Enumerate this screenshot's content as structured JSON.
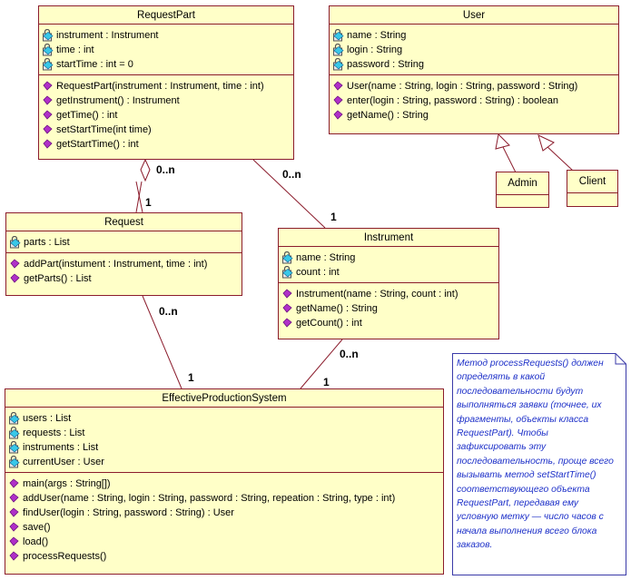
{
  "classes": {
    "request_part": {
      "name": "RequestPart",
      "attributes": [
        "instrument : Instrument",
        "time : int",
        "startTime : int = 0"
      ],
      "operations": [
        "RequestPart(instrument : Instrument, time : int)",
        "getInstrument() : Instrument",
        "getTime() : int",
        "setStartTime(int time)",
        "getStartTime() : int"
      ]
    },
    "user": {
      "name": "User",
      "attributes": [
        "name : String",
        "login : String",
        "password : String"
      ],
      "operations": [
        "User(name : String, login : String, password : String)",
        "enter(login : String, password : String) : boolean",
        "getName() : String"
      ]
    },
    "admin": {
      "name": "Admin"
    },
    "client": {
      "name": "Client"
    },
    "request": {
      "name": "Request",
      "attributes": [
        "parts : List"
      ],
      "operations": [
        "addPart(instument : Instrument, time : int)",
        "getParts() : List"
      ]
    },
    "instrument": {
      "name": "Instrument",
      "attributes": [
        "name : String",
        "count : int"
      ],
      "operations": [
        "Instrument(name : String, count : int)",
        "getName() : String",
        "getCount() : int"
      ]
    },
    "eps": {
      "name": "EffectiveProductionSystem",
      "attributes": [
        "users : List",
        "requests : List",
        "instruments : List",
        "currentUser : User"
      ],
      "operations": [
        "main(args : String[])",
        "addUser(name : String, login : String, password : String, repeation : String, type : int)",
        "findUser(login : String, password : String) : User",
        "save()",
        "load()",
        "processRequests()"
      ]
    }
  },
  "multiplicities": {
    "rp_request_many": "0..n",
    "rp_request_one": "1",
    "rp_instrument_many": "0..n",
    "rp_instrument_one": "1",
    "request_eps_many": "0..n",
    "request_eps_one": "1",
    "instrument_eps_many": "0..n",
    "instrument_eps_one": "1"
  },
  "note": {
    "text": "Метод processRequests() должен определять в какой последовательности будут выполняться заявки (точнее, их фрагменты, объекты класса RequestPart). Чтобы зафиксировать эту последовательность, проще всего вызывать метод setStartTime() соответствующего объекта RequestPart, передавая ему условную метку — число часов с начала выполнения всего блока заказов."
  },
  "colors": {
    "class_fill": "#ffffc8",
    "class_border": "#8b1c2c",
    "note_text": "#1c2fc8",
    "note_border": "#3a3aa8"
  },
  "icons": {
    "attribute": "private-field-icon",
    "operation": "public-method-icon"
  }
}
